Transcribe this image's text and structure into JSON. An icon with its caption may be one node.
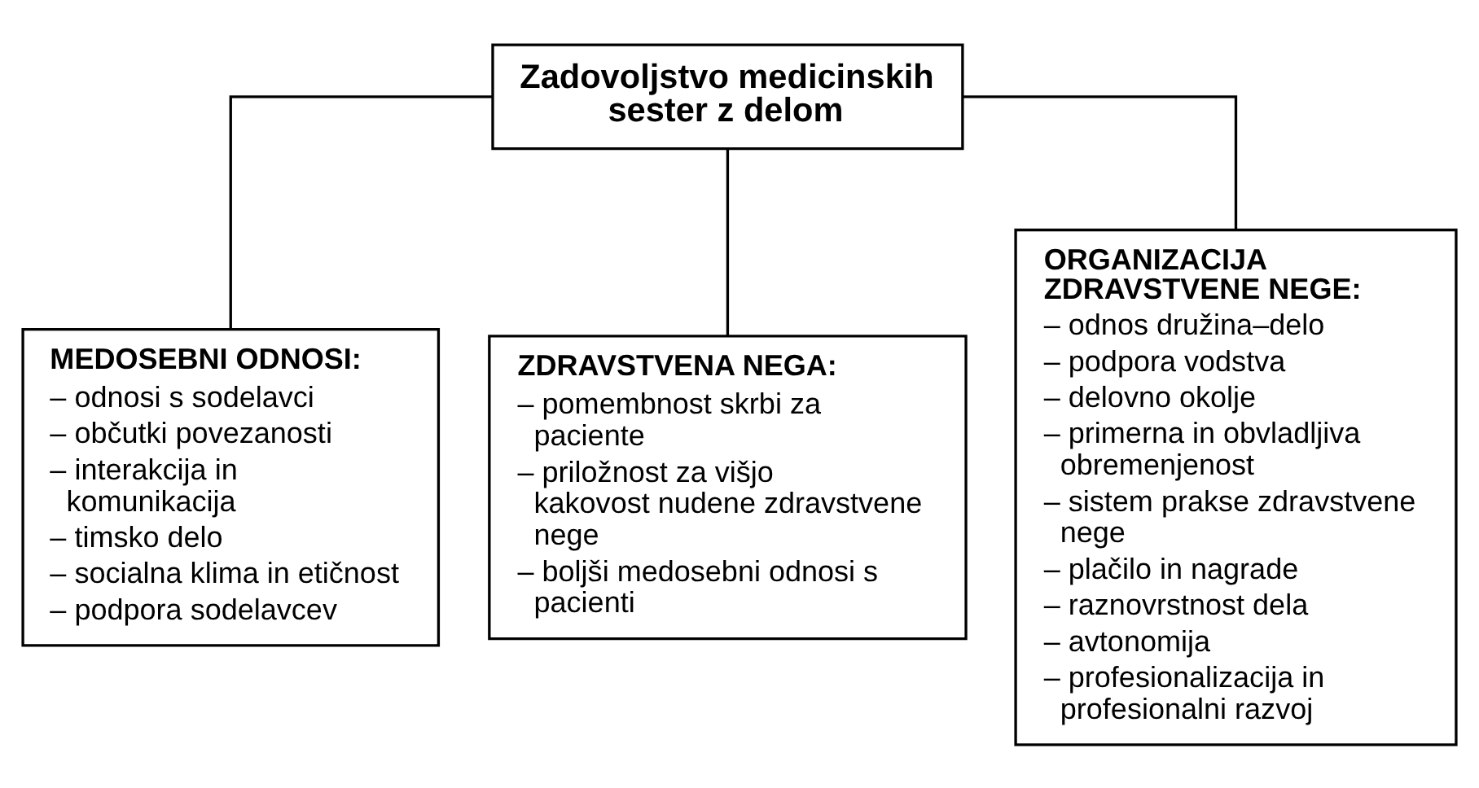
{
  "diagram": {
    "nodes": [
      {
        "text": [
          "Zadovoljstvo medicinskih sester z delom"
        ]
      },
      {
        "text": [
          "MEDOSEBNI ODNOSI:",
          "– odnosi s sodelavci",
          "– občutki povezanosti",
          "– interakcija in komunikacija",
          "– timsko delo",
          "– socialna klima in etičnost",
          "– podpora sodelavcev"
        ]
      },
      {
        "text": [
          "ZDRAVSTVENA NEGA:",
          "– pomembnost skrbi za paciente",
          "– priložnost za višjo kakovost nudene zdravstvene nege",
          "– boljši medosebni odnosi s pacienti"
        ]
      },
      {
        "text": [
          "ORGANIZACIJA ZDRAVSTVENE NEGE:",
          "– odnos družina–delo",
          "– podpora vodstva",
          "– delovno okolje",
          "– primerna in obvladljiva obremenjenost",
          "– sistem prakse zdravstvene nege",
          "– plačilo in nagrade",
          "– raznovrstnost dela",
          "– avtonomija",
          "– profesionalizacija in profesionalni razvoj"
        ]
      }
    ],
    "edges": [
      {
        "from": 0,
        "to": 1,
        "arrow": "none"
      },
      {
        "from": 0,
        "to": 2,
        "arrow": "none"
      },
      {
        "from": 0,
        "to": 3,
        "arrow": "none"
      }
    ]
  }
}
